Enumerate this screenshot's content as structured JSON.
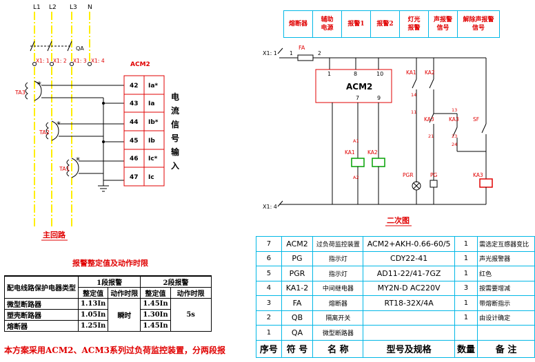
{
  "main_circuit": {
    "phases": [
      "L1",
      "L2",
      "L3",
      "N"
    ],
    "breaker_label": "QA",
    "terminals": [
      "X1: 1",
      "X1: 2",
      "X1: 3",
      "X1: 4"
    ],
    "ct_labels": [
      "TA3",
      "TA2",
      "TA1"
    ],
    "ct_polarity_mark": "*",
    "device_label": "ACM2",
    "terminal_numbers": [
      "42",
      "43",
      "44",
      "45",
      "46",
      "47"
    ],
    "terminal_names": [
      "Ia*",
      "Ia",
      "Ib*",
      "Ib",
      "Ic*",
      "Ic"
    ],
    "signal_text": [
      "电",
      "流",
      "信",
      "号",
      "输",
      "入"
    ],
    "caption": "主回路"
  },
  "indicator_header": [
    "熔断器",
    "辅助\n电源",
    "报警1",
    "报警2",
    "灯光\n报警",
    "声报警\n信号",
    "解除声报警\n信号"
  ],
  "secondary_circuit": {
    "start_terminal": "X1: 1",
    "end_terminal": "X1: 4",
    "fuse_label": "FA",
    "fuse_pins": [
      "1",
      "2"
    ],
    "device_label": "ACM2",
    "device_pins": [
      "1",
      "8",
      "10",
      "7",
      "9"
    ],
    "relay_labels": [
      "KA1",
      "KA2"
    ],
    "contact_labels": [
      "KA1",
      "KA2",
      "KA3",
      "KA3",
      "SF",
      "KA3"
    ],
    "lamp_label": "PGR",
    "buzzer_label": "PG",
    "pin_marks": [
      "A1",
      "A2",
      "14",
      "11",
      "13",
      "21",
      "23",
      "24"
    ],
    "caption": "二次图"
  },
  "alarm_table": {
    "title": "报警整定值及动作时限",
    "col_type": "配电线路保护电器类型",
    "stage1": "1段报警",
    "stage2": "2段报警",
    "setting": "整定值",
    "time": "动作时限",
    "rows": [
      {
        "type": "微型断路器",
        "s1": "1.13In",
        "s2": "1.45In"
      },
      {
        "type": "塑壳断路器",
        "s1": "1.05In",
        "s2": "1.30In"
      },
      {
        "type": "熔断器",
        "s1": "1.25In",
        "s2": "1.45In"
      }
    ],
    "t1": "瞬时",
    "t2": "5s"
  },
  "note": "本方案采用ACM2、ACM3系列过负荷监控装置，分两段报",
  "parts_table": {
    "headers": [
      "序号",
      "符 号",
      "名 称",
      "型号及规格",
      "数量",
      "备 注"
    ],
    "rows": [
      [
        "7",
        "ACM2",
        "过负荷监控装置",
        "ACM2+AKH-0.66-60/5",
        "1",
        "需选定互感器变比"
      ],
      [
        "6",
        "PG",
        "指示灯",
        "CDY22-41",
        "1",
        "声光报警器"
      ],
      [
        "5",
        "PGR",
        "指示灯",
        "AD11-22/41-7GZ",
        "1",
        "红色"
      ],
      [
        "4",
        "KA1-2",
        "中间继电器",
        "MY2N-D AC220V",
        "3",
        "按需要增减"
      ],
      [
        "3",
        "FA",
        "熔断器",
        "RT18-32X/4A",
        "1",
        "带熔断指示"
      ],
      [
        "2",
        "QB",
        "隔离开关",
        "",
        "1",
        "由设计确定"
      ],
      [
        "1",
        "QA",
        "微型断路器",
        "",
        "",
        ""
      ]
    ]
  },
  "colors": {
    "line": "#000000",
    "phase": "#ffee00",
    "accent_red": "#e00000",
    "table_blue": "#00b7e6",
    "relay_green": "#00a000"
  }
}
